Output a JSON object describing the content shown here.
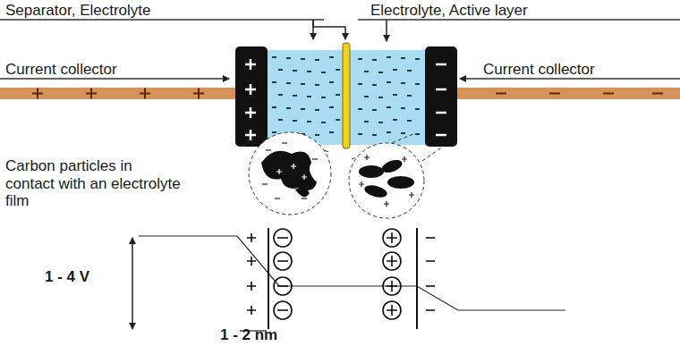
{
  "diagram": {
    "labels": [
      "Separator, Electrolyte",
      "Electrolyte, Active layer",
      "Current collector",
      "Current collector",
      "Carbon particles in contact with an electrolyte film",
      "1 - 4 V",
      "1 - 2 nm"
    ]
  }
}
